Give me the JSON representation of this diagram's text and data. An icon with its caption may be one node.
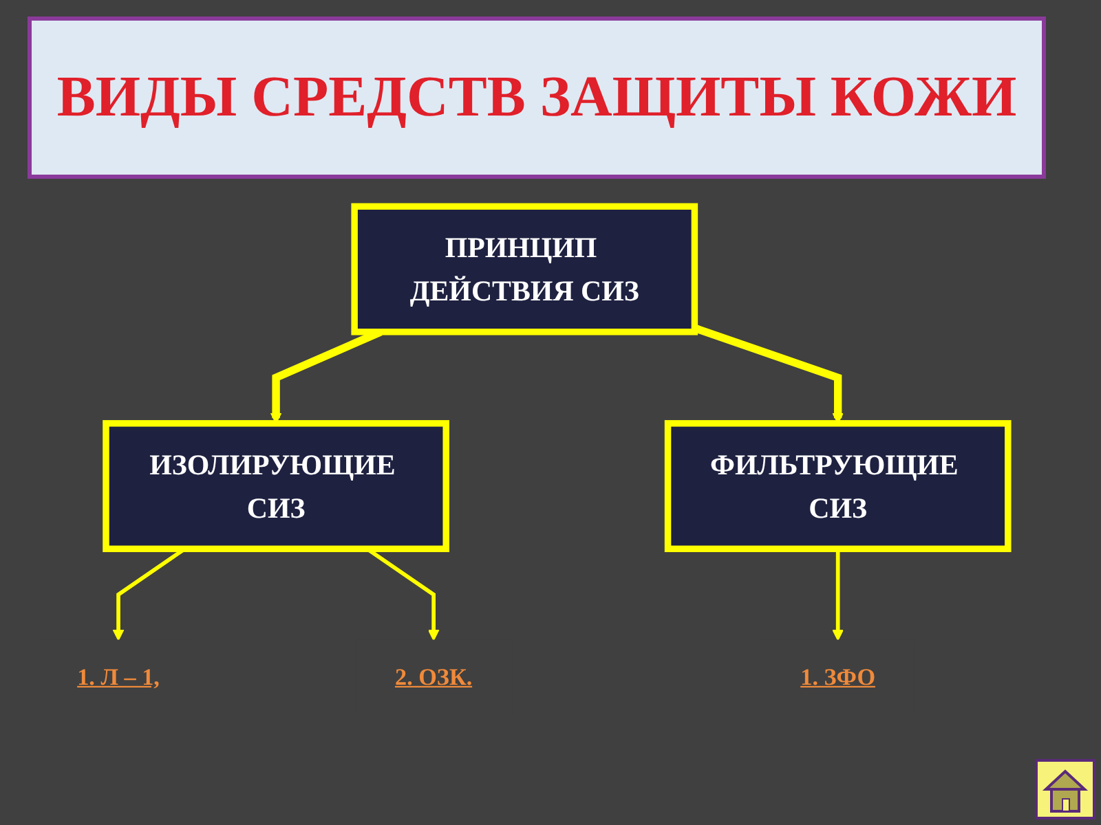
{
  "diagram": {
    "title": "ВИДЫ СРЕДСТВ ЗАЩИТЫ КОЖИ",
    "nodes": [
      {
        "text": [
          "ПРИНЦИП ДЕЙСТВИЯ СИЗ"
        ]
      },
      {
        "text": [
          "ИЗОЛИРУЮЩИЕ СИЗ"
        ]
      },
      {
        "text": [
          "ФИЛЬТРУЮЩИЕ СИЗ"
        ]
      },
      {
        "text": [
          "1. Л – 1,"
        ]
      },
      {
        "text": [
          "2. ОЗК."
        ]
      },
      {
        "text": [
          "1. ЗФО"
        ]
      }
    ],
    "edges": [
      {
        "from": 0,
        "to": 1,
        "arrow": "to",
        "style": "thick"
      },
      {
        "from": 0,
        "to": 2,
        "arrow": "to",
        "style": "thick"
      },
      {
        "from": 1,
        "to": 3,
        "arrow": "to"
      },
      {
        "from": 1,
        "to": 4,
        "arrow": "to"
      },
      {
        "from": 2,
        "to": 5,
        "arrow": "to"
      }
    ]
  }
}
